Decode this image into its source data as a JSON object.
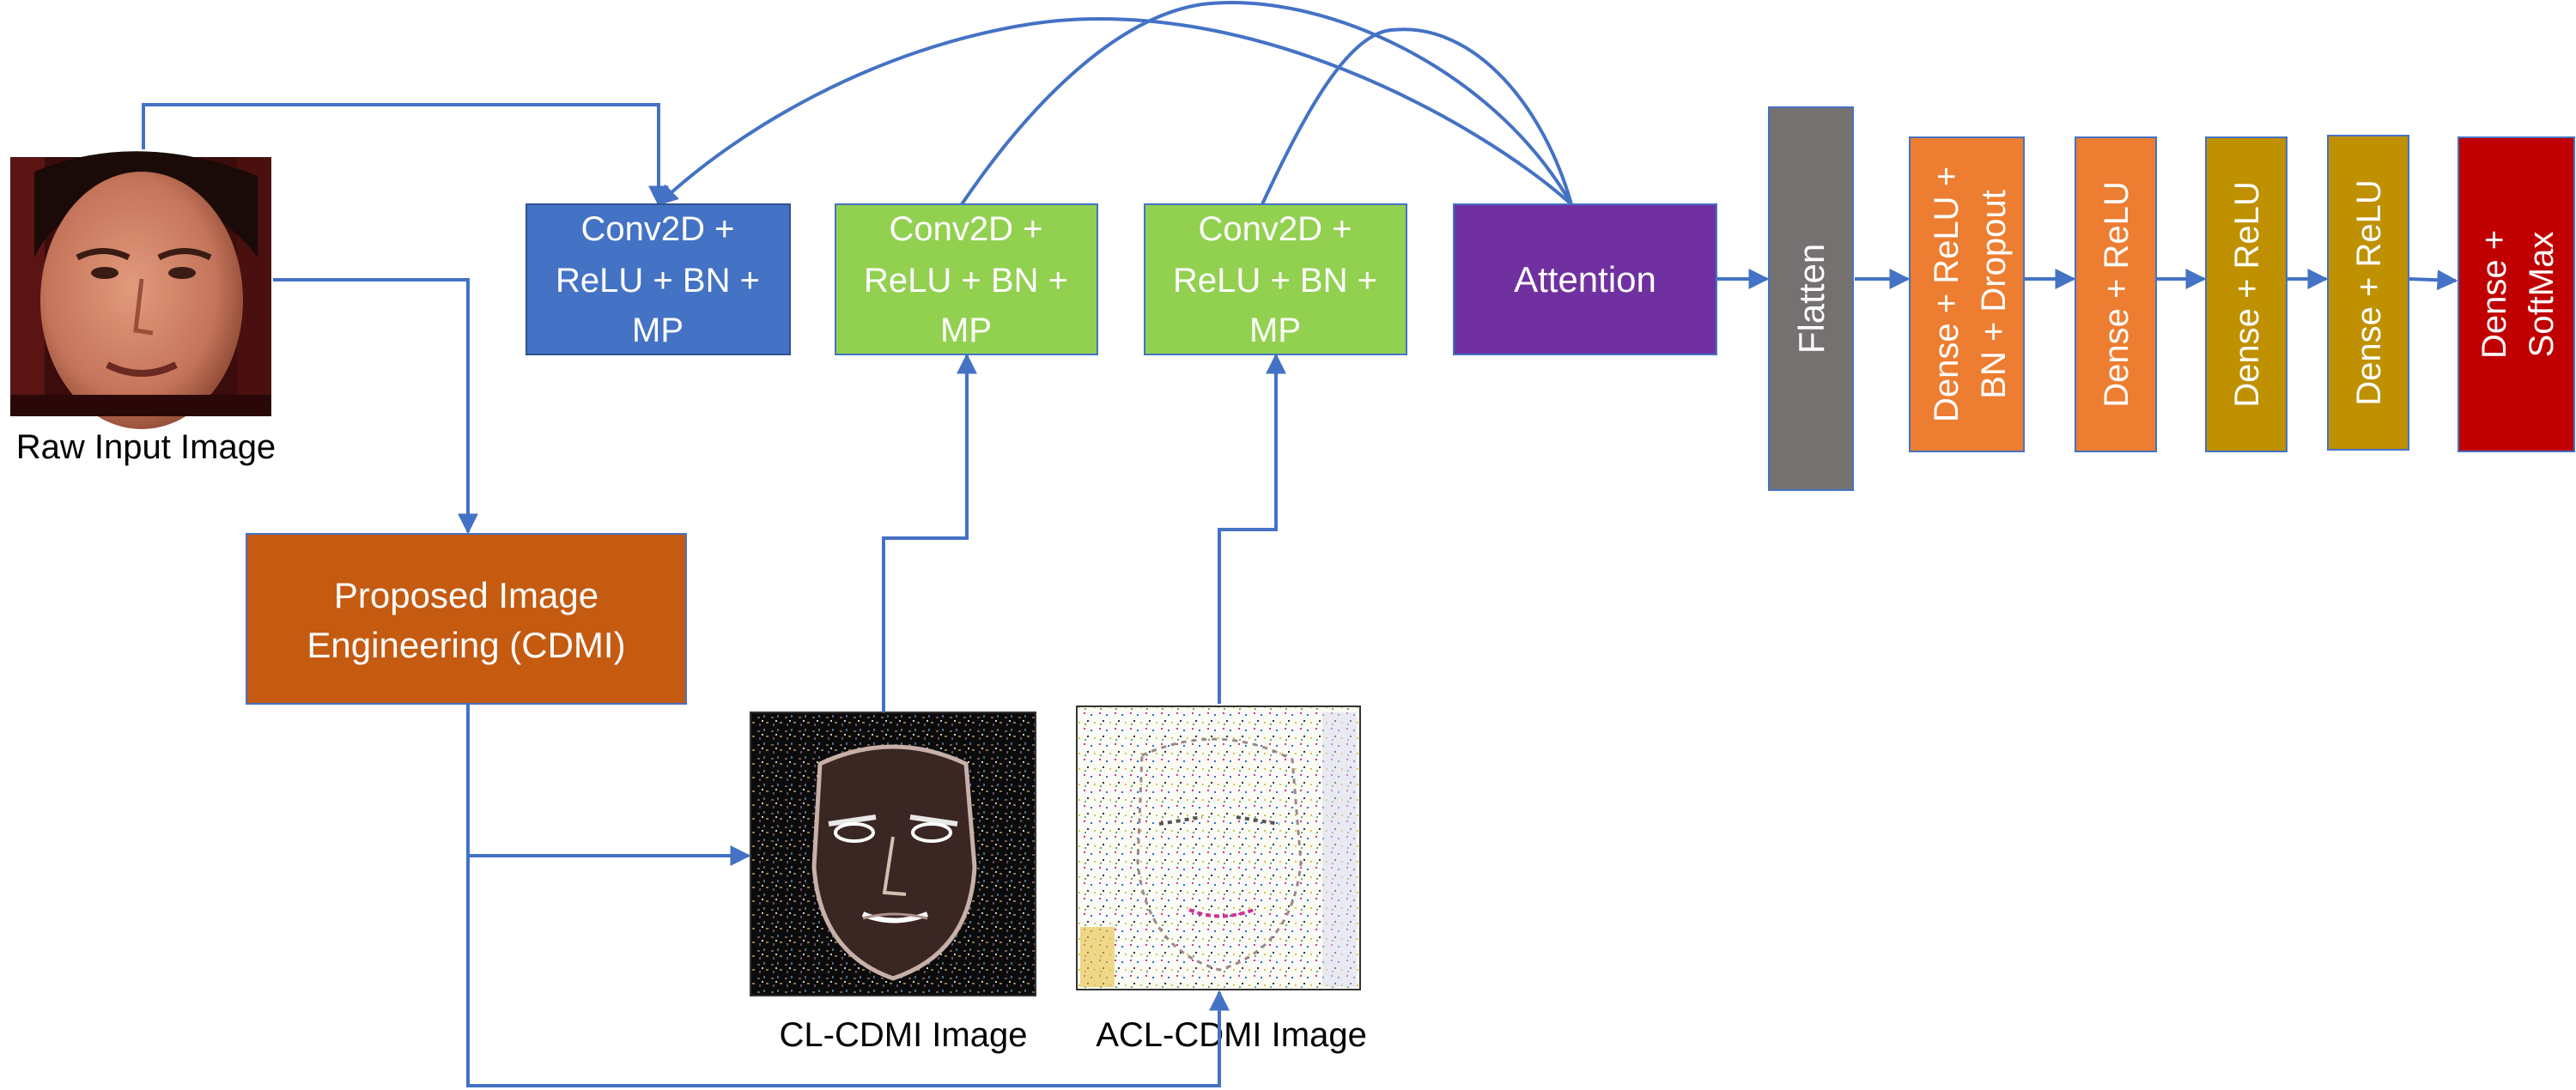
{
  "colors": {
    "connector": "#4472c4",
    "conv_blue": "#4472c4",
    "conv_green": "#92d050",
    "attention": "#7030a0",
    "flatten": "#767171",
    "dense_orange": "#ed7d31",
    "dense_gold": "#bf9000",
    "dense_red": "#c00000",
    "cdmi_box": "#c55a11"
  },
  "images": {
    "raw_label": "Raw Input Image",
    "cl_label": "CL-CDMI Image",
    "acl_label": "ACL-CDMI Image"
  },
  "cdmi": {
    "lines": [
      "Proposed Image",
      "Engineering (CDMI)"
    ]
  },
  "conv_blocks": [
    {
      "lines": [
        "Conv2D +",
        "ReLU + BN +",
        "MP"
      ]
    },
    {
      "lines": [
        "Conv2D +",
        "ReLU + BN +",
        "MP"
      ]
    },
    {
      "lines": [
        "Conv2D +",
        "ReLU + BN +",
        "MP"
      ]
    }
  ],
  "attention": {
    "label": "Attention"
  },
  "flatten": {
    "label": "Flatten"
  },
  "dense_layers": [
    {
      "lines": [
        "Dense + ReLU +",
        "BN + Dropout"
      ]
    },
    {
      "lines": [
        "Dense + ReLU"
      ]
    },
    {
      "lines": [
        "Dense + ReLU"
      ]
    },
    {
      "lines": [
        "Dense + ReLU"
      ]
    },
    {
      "lines": [
        "Dense +",
        "SoftMax"
      ]
    }
  ]
}
